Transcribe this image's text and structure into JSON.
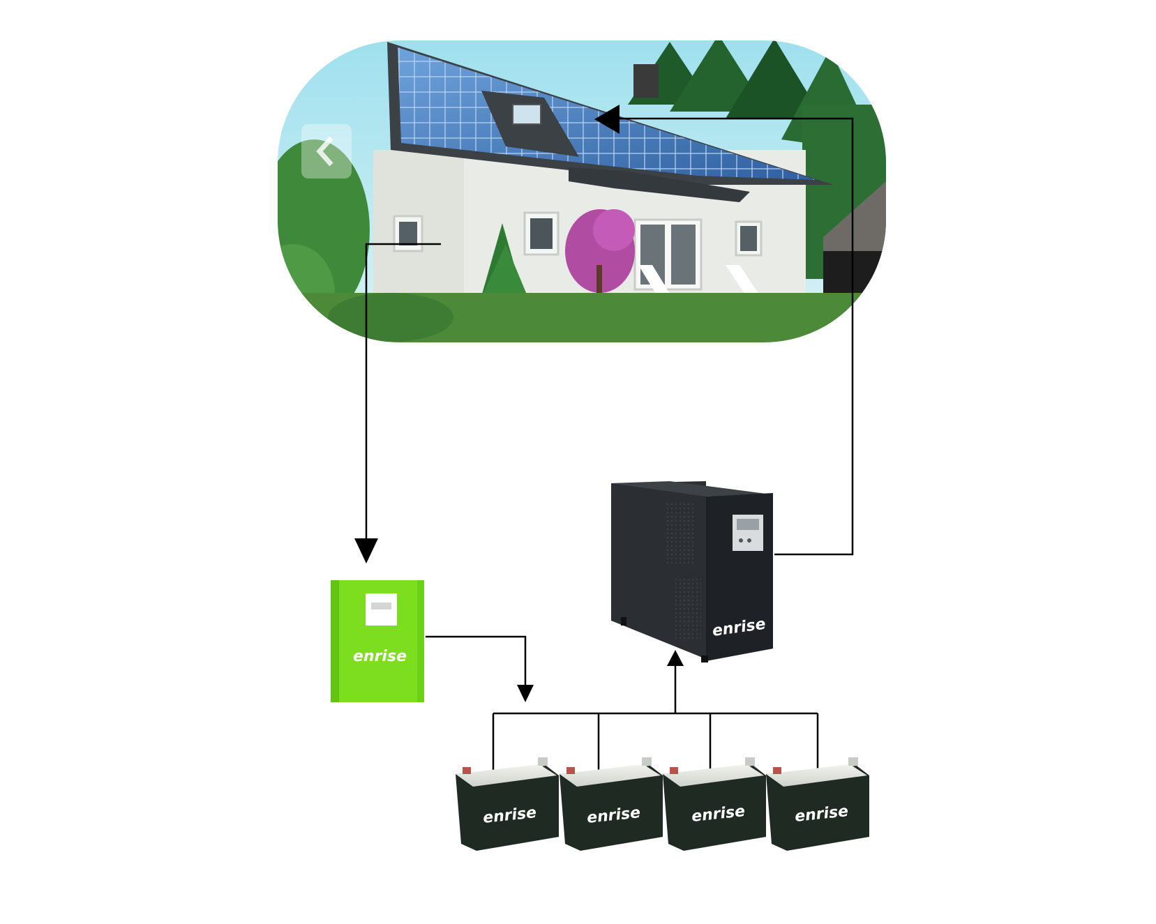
{
  "diagram": {
    "brand": "enrise",
    "components": {
      "house": "house-with-solar-roof",
      "charge_controller": "charge-controller",
      "inverter": "inverter",
      "battery_count": 4
    },
    "colors": {
      "controller_green": "#7cde1e",
      "inverter_body": "#2b2f33",
      "battery_body": "#1f2a22",
      "sky": "#8fd3e6",
      "roof_panels": "#3c6fb0",
      "wire": "#000000"
    }
  }
}
